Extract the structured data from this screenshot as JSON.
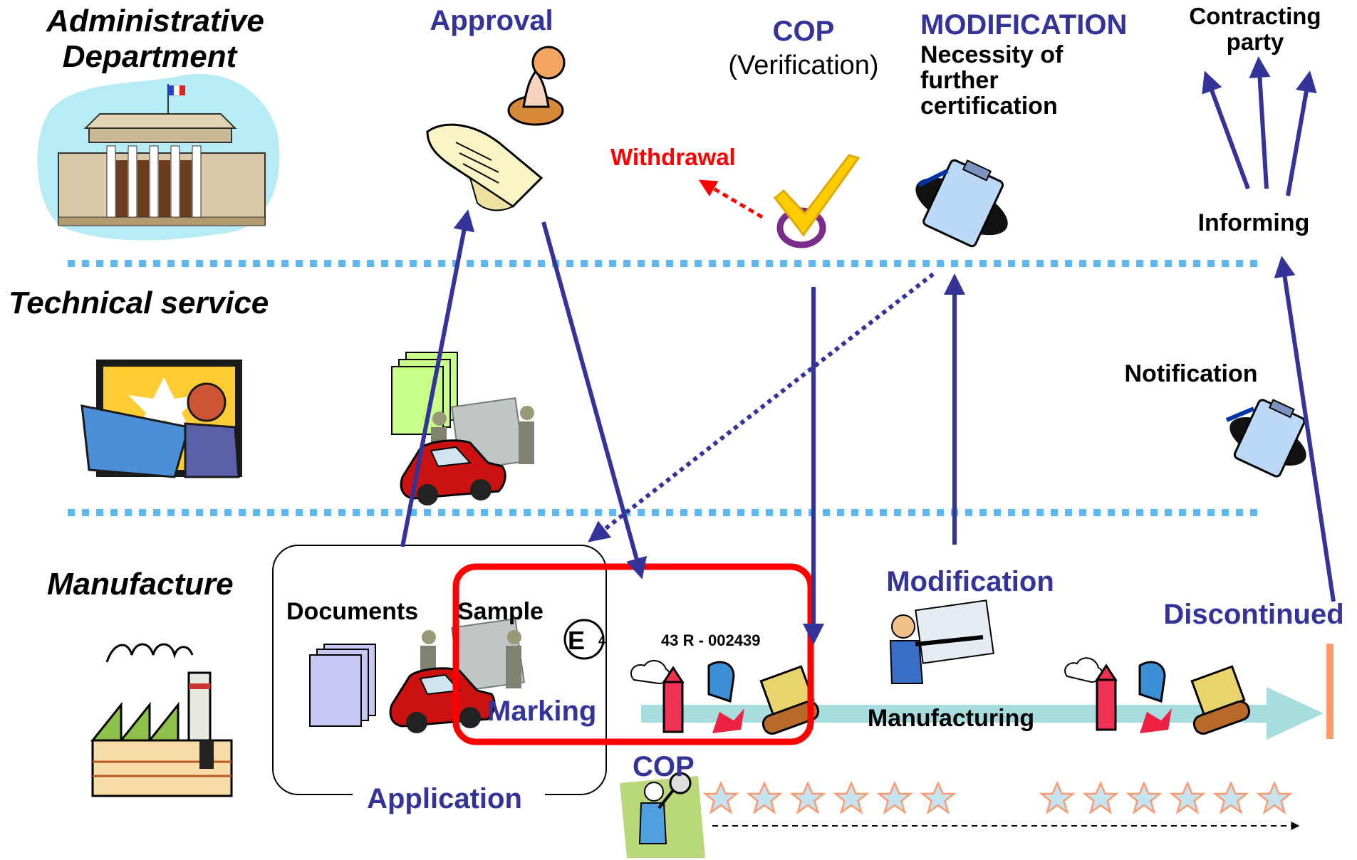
{
  "rows": {
    "admin": [
      "Administrative",
      "Department"
    ],
    "technical": "Technical service",
    "manufacture": "Manufacture"
  },
  "top": {
    "approval": "Approval",
    "cop_title": "COP",
    "cop_sub": "(Verification)",
    "withdrawal": "Withdrawal",
    "modification_title": "MODIFICATION",
    "modification_sub": [
      "Necessity of",
      "further",
      "certification"
    ],
    "contracting": [
      "Contracting",
      "party"
    ],
    "informing": "Informing"
  },
  "middle": {
    "notification": "Notification"
  },
  "bottom": {
    "documents": "Documents",
    "sample": "Sample",
    "marking": "Marking",
    "application": "Application",
    "e_mark_letter": "E",
    "e_mark_number": "4",
    "approval_number": "43 R - 002439",
    "modification": "Modification",
    "manufacturing": "Manufacturing",
    "discontinued": "Discontinued",
    "cop": "COP"
  },
  "colors": {
    "navy": "#33339a",
    "red": "#ff0000",
    "dotted_separator": "#5bb8f0",
    "manufacturing_arrow": "#a8dde0",
    "discontinued_bar": "#ff9966",
    "star_outline": "#ff9a70",
    "star_fill": "#c5e4f2"
  },
  "icons": [
    "courthouse-icon",
    "stamp-scroll-icon",
    "checkmark-icon",
    "clipboard-icon",
    "engineer-drawing-icon",
    "documents-stack-icon",
    "car-icon",
    "factory-icon",
    "workers-glass-icon",
    "magnifier-inspector-icon",
    "worker-modification-icon",
    "production-line-icon"
  ]
}
